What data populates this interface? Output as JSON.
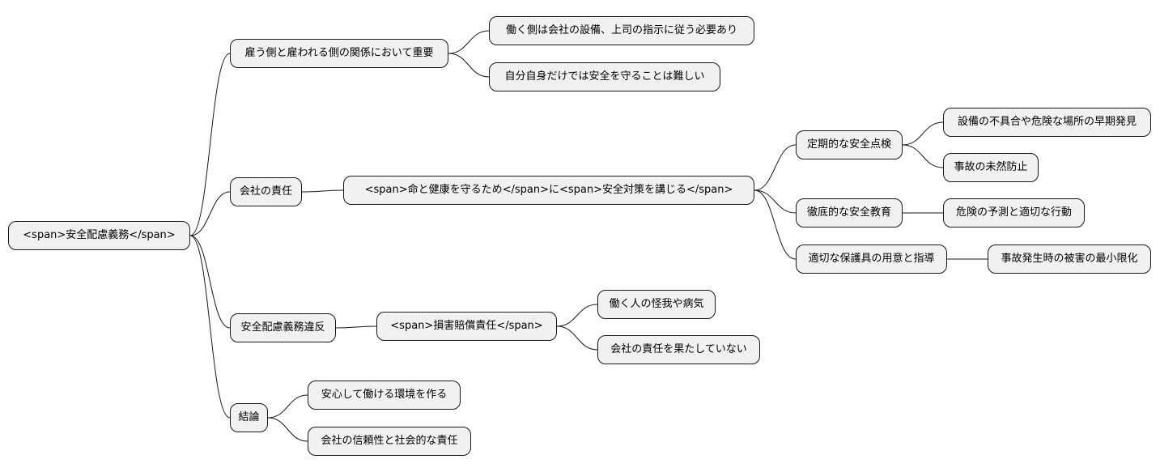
{
  "colors": {
    "node_fill": "#f1f1f1",
    "node_border": "#181818",
    "edge": "#181818",
    "background": "#ffffff"
  },
  "mindmap": {
    "root": "<span>安全配慮義務</span>",
    "relationship": {
      "label": "雇う側と雇われる側の関係において重要",
      "children": [
        "働く側は会社の設備、上司の指示に従う必要あり",
        "自分自身だけでは安全を守ることは難しい"
      ]
    },
    "responsibility": {
      "label": "会社の責任",
      "measure": "<span>命と健康を守るため</span>に<span>安全対策を講じる</span>",
      "inspection": {
        "label": "定期的な安全点検",
        "children": [
          "設備の不具合や危険な場所の早期発見",
          "事故の未然防止"
        ]
      },
      "education": {
        "label": "徹底的な安全教育",
        "child": "危険の予測と適切な行動"
      },
      "equipment": {
        "label": "適切な保護具の用意と指導",
        "child": "事故発生時の被害の最小限化"
      }
    },
    "violation": {
      "label": "安全配慮義務違反",
      "damages": "<span>損害賠償責任</span>",
      "children": [
        "働く人の怪我や病気",
        "会社の責任を果たしていない"
      ]
    },
    "conclusion": {
      "label": "結論",
      "children": [
        "安心して働ける環境を作る",
        "会社の信頼性と社会的な責任"
      ]
    }
  }
}
